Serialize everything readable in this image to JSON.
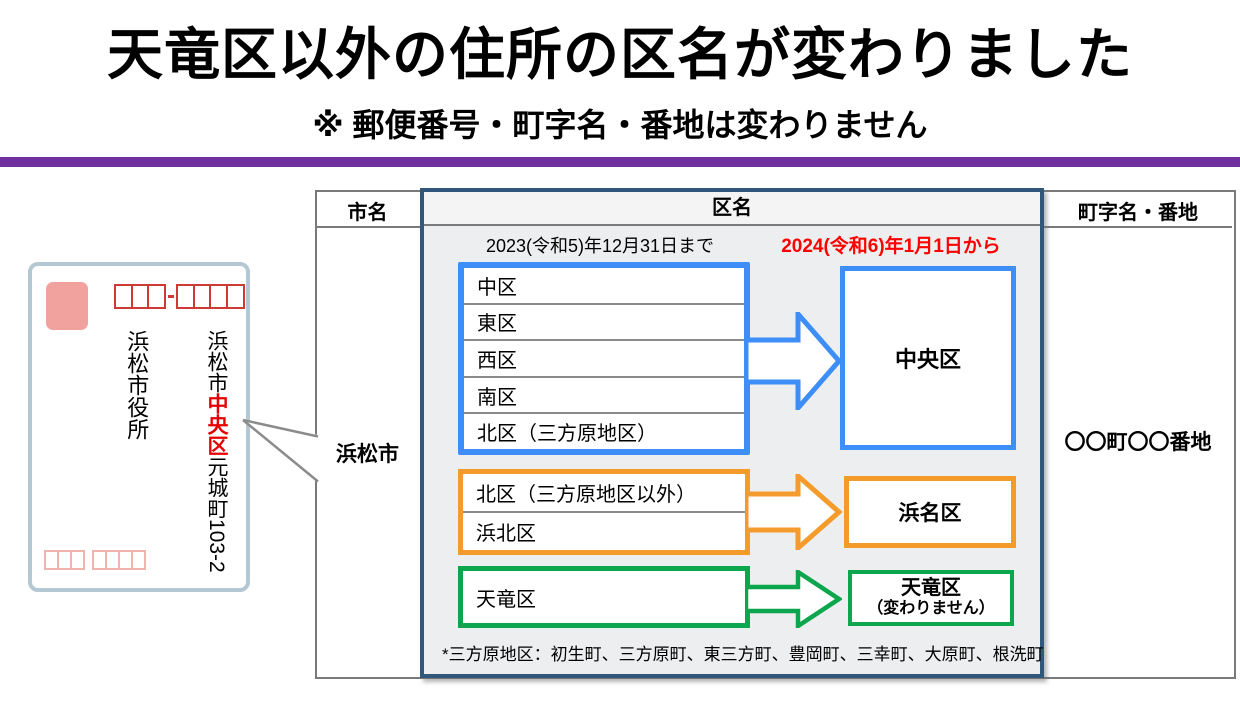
{
  "header": {
    "title": "天竜区以外の住所の区名が変わりました",
    "subtitle": "※ 郵便番号・町字名・番地は変わりません",
    "divider_color": "#7030A0"
  },
  "envelope": {
    "recipient": "浜松市役所",
    "address": {
      "city": "浜松市",
      "ward": "中央区",
      "town": "元城町",
      "number": "103-2"
    },
    "ward_highlight_color": "#E60000"
  },
  "table": {
    "headers": {
      "city": "市名",
      "ward": "区名",
      "town_block": "町字名・番地"
    },
    "city_value": "浜松市",
    "town_block_value": "〇〇町〇〇番地",
    "panel": {
      "before_date": "2023(令和5)年12月31日まで",
      "after_date": "2024(令和6)年1月1日から",
      "after_date_color": "#FF0000",
      "groups": [
        {
          "accent": "#3E8EF7",
          "old_wards": [
            "中区",
            "東区",
            "西区",
            "南区",
            "北区（三方原地区）"
          ],
          "new_ward": "中央区",
          "note": ""
        },
        {
          "accent": "#F59B2C",
          "old_wards": [
            "北区（三方原地区以外）",
            "浜北区"
          ],
          "new_ward": "浜名区",
          "note": ""
        },
        {
          "accent": "#0BA64D",
          "old_wards": [
            "天竜区"
          ],
          "new_ward": "天竜区",
          "note": "（変わりません）"
        }
      ],
      "footnote": "*三方原地区：初生町、三方原町、東三方町、豊岡町、三幸町、大原町、根洗町"
    }
  }
}
